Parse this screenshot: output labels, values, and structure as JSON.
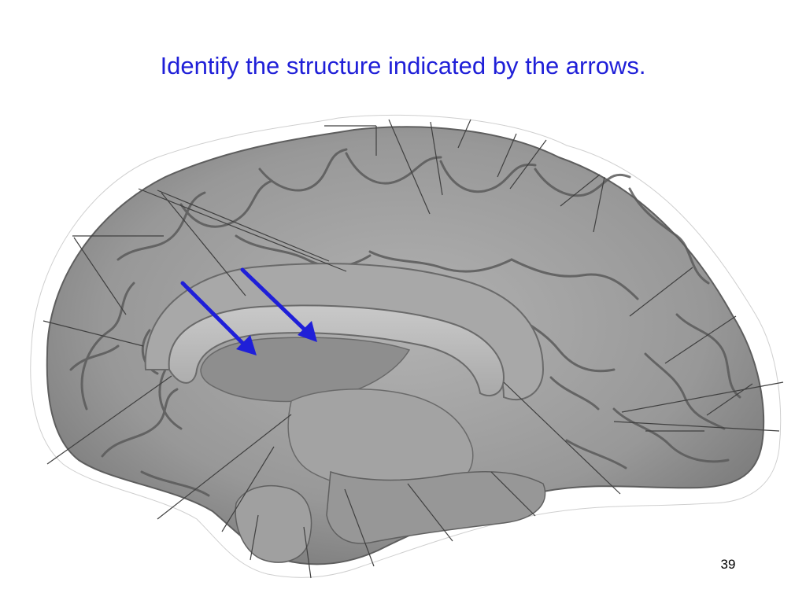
{
  "slide": {
    "title": "Identify the structure indicated by the arrows.",
    "slide_number": "39"
  },
  "figure": {
    "subject": "brain-midsagittal-section",
    "arrow_color": "#1f1fd8",
    "leader_line_color": "#404040",
    "tissue_color": "#9a9a9a"
  }
}
